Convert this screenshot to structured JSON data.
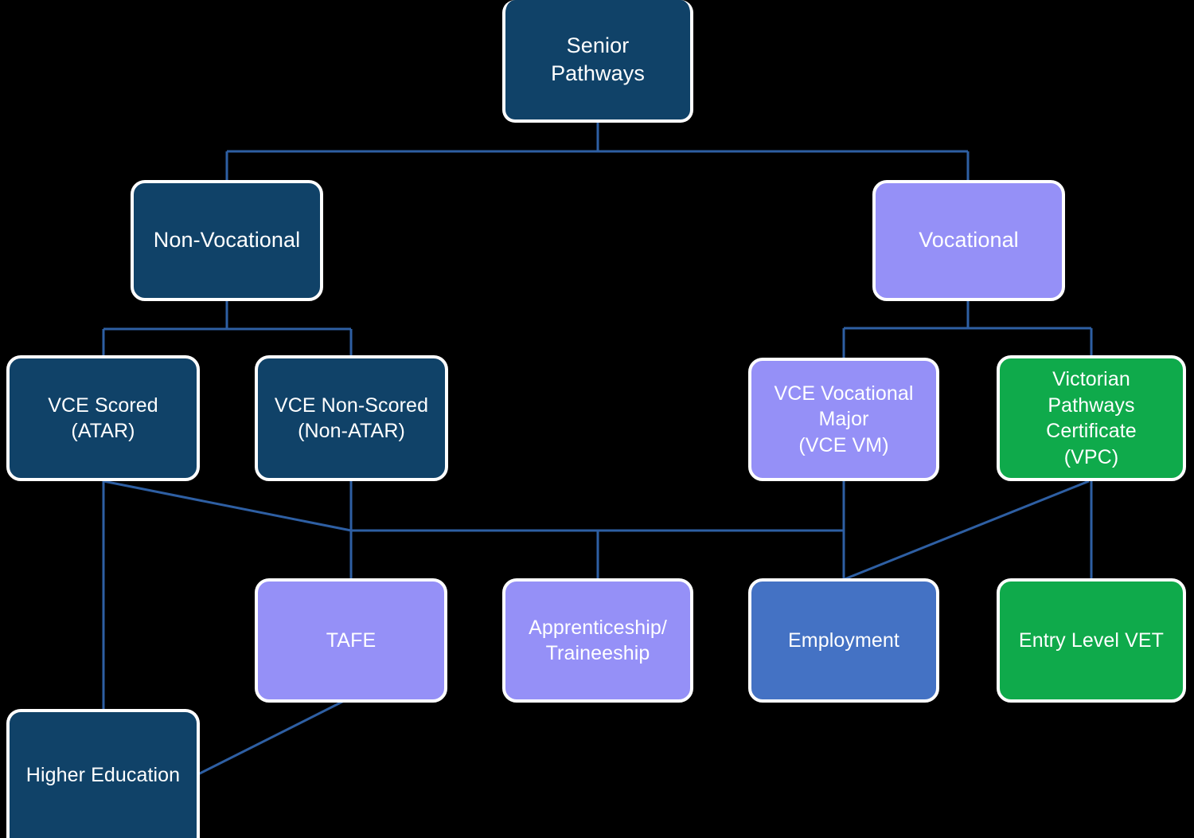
{
  "diagram": {
    "title": "Senior Pathways",
    "background_color": "#000000",
    "edge_color": "#2E5FA3",
    "border_color": "#FFFFFF",
    "palette": {
      "navy": "#104268",
      "purple": "#9590F7",
      "green": "#0FAA4B",
      "blue": "#4472C4"
    },
    "nodes": [
      {
        "id": "senior",
        "label": "Senior\nPathways",
        "color": "navy",
        "level": 0
      },
      {
        "id": "nonvocational",
        "label": "Non-Vocational",
        "color": "navy",
        "level": 1
      },
      {
        "id": "vocational",
        "label": "Vocational",
        "color": "purple",
        "level": 1
      },
      {
        "id": "vce_scored",
        "label": "VCE Scored\n(ATAR)",
        "color": "navy",
        "level": 2
      },
      {
        "id": "vce_nonscored",
        "label": "VCE Non-Scored\n(Non-ATAR)",
        "color": "navy",
        "level": 2
      },
      {
        "id": "vce_vm",
        "label": "VCE Vocational\nMajor\n(VCE VM)",
        "color": "purple",
        "level": 2
      },
      {
        "id": "vpc",
        "label": "Victorian\nPathways\nCertificate\n(VPC)",
        "color": "green",
        "level": 2
      },
      {
        "id": "tafe",
        "label": "TAFE",
        "color": "purple",
        "level": 3
      },
      {
        "id": "apprenticeship",
        "label": "Apprenticeship/\nTraineeship",
        "color": "purple",
        "level": 3
      },
      {
        "id": "employment",
        "label": "Employment",
        "color": "blue",
        "level": 3
      },
      {
        "id": "entry_level_vet",
        "label": "Entry Level VET",
        "color": "green",
        "level": 3
      },
      {
        "id": "higher_education",
        "label": "Higher Education",
        "color": "navy",
        "level": 4
      }
    ],
    "edges": [
      {
        "from": "senior",
        "to": "nonvocational"
      },
      {
        "from": "senior",
        "to": "vocational"
      },
      {
        "from": "nonvocational",
        "to": "vce_scored"
      },
      {
        "from": "nonvocational",
        "to": "vce_nonscored"
      },
      {
        "from": "vocational",
        "to": "vce_vm"
      },
      {
        "from": "vocational",
        "to": "vpc"
      },
      {
        "from": "vce_scored",
        "to": "higher_education"
      },
      {
        "from": "vce_scored",
        "to": "tafe"
      },
      {
        "from": "vce_nonscored",
        "to": "tafe"
      },
      {
        "from": "vce_nonscored",
        "to": "apprenticeship"
      },
      {
        "from": "vce_vm",
        "to": "tafe"
      },
      {
        "from": "vce_vm",
        "to": "apprenticeship"
      },
      {
        "from": "vce_vm",
        "to": "employment"
      },
      {
        "from": "vpc",
        "to": "employment"
      },
      {
        "from": "vpc",
        "to": "entry_level_vet"
      },
      {
        "from": "tafe",
        "to": "higher_education"
      }
    ]
  }
}
